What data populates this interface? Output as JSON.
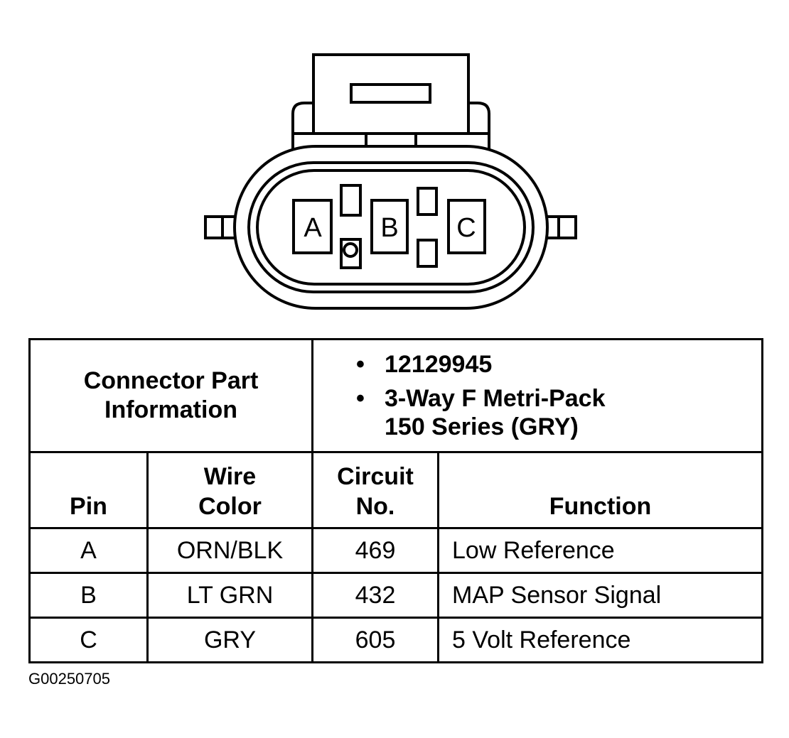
{
  "connector": {
    "cavities": [
      "A",
      "B",
      "C"
    ]
  },
  "part_info": {
    "label_line1": "Connector Part",
    "label_line2": "Information",
    "part_number": "12129945",
    "description_line1": "3-Way F Metri-Pack",
    "description_line2": "150 Series (GRY)"
  },
  "table": {
    "headers": {
      "pin": "Pin",
      "wire_color_line1": "Wire",
      "wire_color_line2": "Color",
      "circuit_line1": "Circuit",
      "circuit_line2": "No.",
      "function": "Function"
    },
    "rows": [
      {
        "pin": "A",
        "wire_color": "ORN/BLK",
        "circuit": "469",
        "function": "Low Reference"
      },
      {
        "pin": "B",
        "wire_color": "LT GRN",
        "circuit": "432",
        "function": "MAP Sensor Signal"
      },
      {
        "pin": "C",
        "wire_color": "GRY",
        "circuit": "605",
        "function": "5 Volt Reference"
      }
    ]
  },
  "figure_id": "G00250705"
}
